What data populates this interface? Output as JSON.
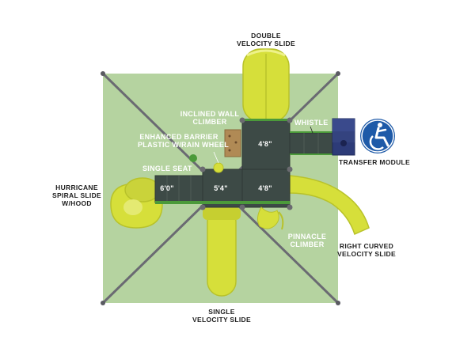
{
  "labels": {
    "double_slide": [
      "DOUBLE",
      "VELOCITY SLIDE"
    ],
    "inclined_wall": [
      "INCLINED WALL",
      "CLIMBER"
    ],
    "whistle": "WHISTLE",
    "enhanced_barrier": [
      "ENHANCED BARRIER",
      "PLASTIC W/RAIN WHEEL"
    ],
    "single_seat": "SINGLE SEAT",
    "hurricane": [
      "HURRICANE",
      "SPIRAL SLIDE",
      "W/HOOD"
    ],
    "transfer_module": "TRANSFER MODULE",
    "pinnacle": [
      "PINNACLE",
      "CLIMBER"
    ],
    "right_curved": [
      "RIGHT CURVED",
      "VELOCITY SLIDE"
    ],
    "single_slide": [
      "SINGLE",
      "VELOCITY SLIDE"
    ]
  },
  "measurements": {
    "left_deck": "6'0\"",
    "center_deck": "5'4\"",
    "right_deck": "4'8\"",
    "top_deck": "4'8\""
  },
  "icons": {
    "accessibility": "wheelchair-icon"
  },
  "colors": {
    "safety_zone": "#b5d3a0",
    "deck": "#3d4a46",
    "slide": "#d6df3a",
    "frame": "#6a6a72",
    "transfer": "#2d3b78",
    "accessibility_badge": "#1e5aa8"
  }
}
